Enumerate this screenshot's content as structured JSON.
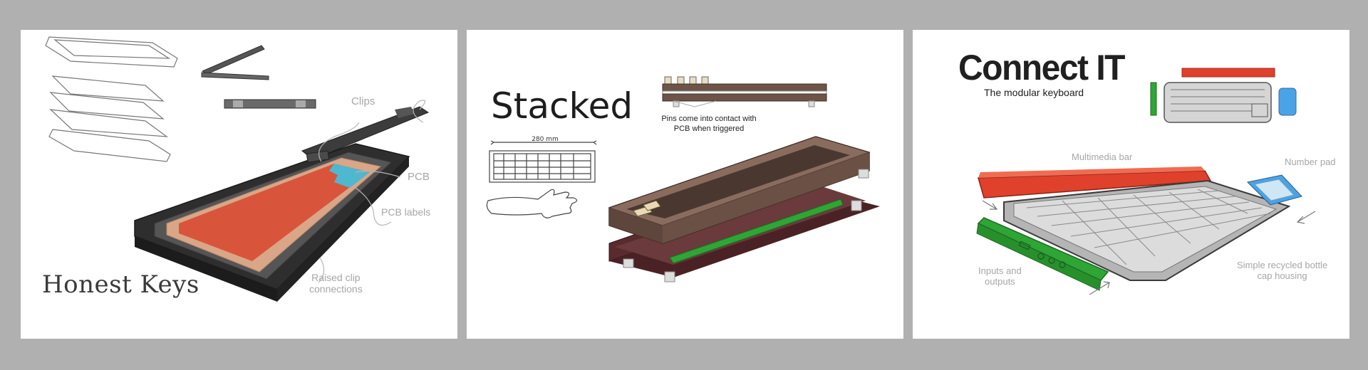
{
  "panels": [
    {
      "title": "Honest Keys",
      "labels": {
        "clips": "Clips",
        "pcb": "PCB",
        "pcb_labels": "PCB labels",
        "raised_clip": "Raised clip\nconnections"
      }
    },
    {
      "title": "Stacked",
      "dimension": "280 mm",
      "caption": "Pins come into contact with PCB when triggered"
    },
    {
      "title": "Connect IT",
      "subtitle": "The modular keyboard",
      "labels": {
        "multimedia_bar": "Multimedia bar",
        "number_pad": "Number pad",
        "inputs_outputs": "Inputs and\noutputs",
        "housing": "Simple recycled bottle\ncap housing"
      }
    }
  ],
  "colors": {
    "background": "#b0b0b0",
    "panel": "#ffffff",
    "pcb_red": "#d8553c",
    "pcb_cyan": "#4fb8cf",
    "dark_frame": "#3c3c3c",
    "wood_dark": "#4e3c33",
    "green_strip": "#2fa535",
    "red_bar": "#e0412c",
    "blue_pad": "#4aa3e6",
    "label_gray": "#a6a6a6"
  }
}
